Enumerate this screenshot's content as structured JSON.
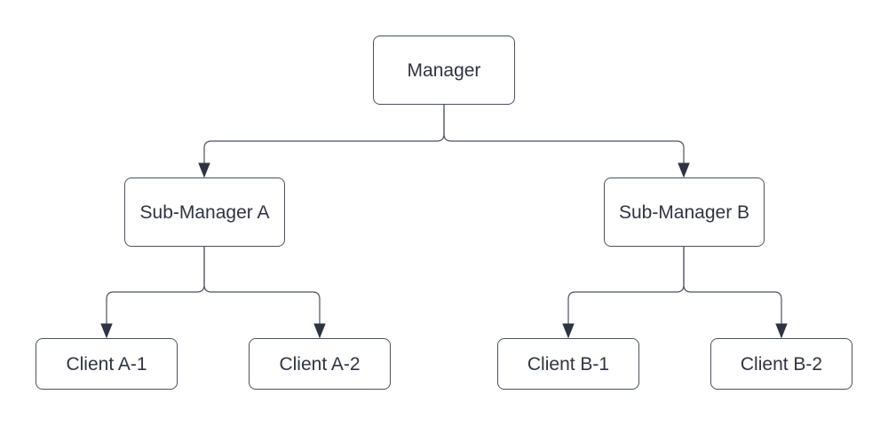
{
  "diagram": {
    "type": "org-chart-tree",
    "background_color": "#ffffff",
    "colors": {
      "node_fill": "#ffffff",
      "node_border": "#4a5260",
      "connector": "#4a5260",
      "arrowhead": "#2d3442",
      "text": "#2e3442"
    },
    "nodes": {
      "manager": {
        "label": "Manager",
        "level": 1
      },
      "sub_a": {
        "label": "Sub-Manager A",
        "level": 2
      },
      "sub_b": {
        "label": "Sub-Manager B",
        "level": 2
      },
      "client_a1": {
        "label": "Client A-1",
        "level": 3
      },
      "client_a2": {
        "label": "Client A-2",
        "level": 3
      },
      "client_b1": {
        "label": "Client B-1",
        "level": 3
      },
      "client_b2": {
        "label": "Client B-2",
        "level": 3
      }
    },
    "edges": [
      {
        "from": "manager",
        "to": "sub_a",
        "arrow": "filled-triangle"
      },
      {
        "from": "manager",
        "to": "sub_b",
        "arrow": "filled-triangle"
      },
      {
        "from": "sub_a",
        "to": "client_a1",
        "arrow": "filled-triangle"
      },
      {
        "from": "sub_a",
        "to": "client_a2",
        "arrow": "filled-triangle"
      },
      {
        "from": "sub_b",
        "to": "client_b1",
        "arrow": "filled-triangle"
      },
      {
        "from": "sub_b",
        "to": "client_b2",
        "arrow": "filled-triangle"
      }
    ]
  }
}
